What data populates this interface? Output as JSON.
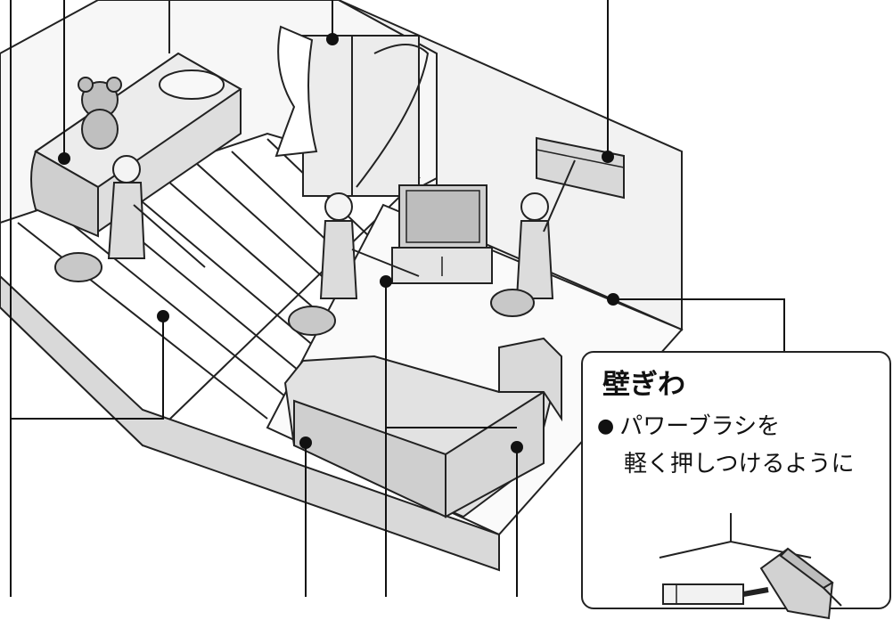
{
  "callout": {
    "title": "壁ぎわ",
    "line1": "パワーブラシを",
    "line2": "軽く押しつけるように",
    "bullet": "●"
  },
  "icons": [
    "teddy-bear-icon",
    "vacuum-cleaner-icon",
    "girl-figure-icon",
    "tv-icon",
    "air-conditioner-icon",
    "sofa-icon",
    "curtain-icon",
    "power-brush-icon"
  ],
  "colors": {
    "line": "#222222",
    "fill_light": "#e4e4e4",
    "fill_mid": "#cfcfcf",
    "floor": "#f4f4f4"
  }
}
